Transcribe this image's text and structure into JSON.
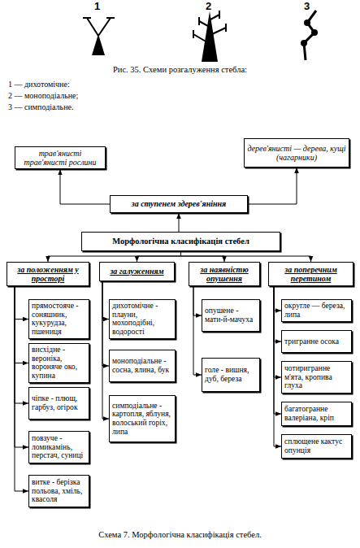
{
  "diagram": {
    "caption": "Схема 7. Морфологічна класифікація стебел.",
    "nodes": [
      {
        "text": [
          "трав'янисті трав'янисті рослини"
        ]
      },
      {
        "text": [
          "дерев'янисті — дерева, кущі (чагарники)"
        ]
      },
      {
        "text": [
          "за ступенем здерев'яніння"
        ]
      },
      {
        "text": [
          "Морфологічна класифікація стебел"
        ]
      },
      {
        "text": [
          "за положенням у просторі"
        ]
      },
      {
        "text": [
          "за галуженням"
        ]
      },
      {
        "text": [
          "за наявністю опушення"
        ]
      },
      {
        "text": [
          "за поперечним перетином"
        ]
      },
      {
        "text": [
          "прямостояче - соняшник, кукурудза, пшениця"
        ]
      },
      {
        "text": [
          "висхідне - вероніка, вороняче око, купина"
        ]
      },
      {
        "text": [
          "чіпке - плющ, гарбуз, огірок"
        ]
      },
      {
        "text": [
          "повзуче - ломикамінь, перстач, суниці"
        ]
      },
      {
        "text": [
          "витке - берізка польова, хміль, квасоля"
        ]
      },
      {
        "text": [
          "дихотомічне - плауни, мохоподібні, водорості"
        ]
      },
      {
        "text": [
          "моноподіальне - сосна, ялина, бук"
        ]
      },
      {
        "text": [
          "симподіальне - картопля, яблуня, волоський горіх, липа"
        ]
      },
      {
        "text": [
          "опушене - мати-й-мачуха"
        ]
      },
      {
        "text": [
          "голе - вишня, дуб, береза"
        ]
      },
      {
        "text": [
          "округле — береза, липа"
        ]
      },
      {
        "text": [
          "тригранне осока"
        ]
      },
      {
        "text": [
          "чотиригранне м'ята, кропива глуха"
        ]
      },
      {
        "text": [
          "багатогранне валеріана, кріп"
        ]
      },
      {
        "text": [
          "сплющене кактус опунція"
        ]
      }
    ],
    "edges": [
      {
        "from": 2,
        "to": 0,
        "arrow": "to"
      },
      {
        "from": 2,
        "to": 1,
        "arrow": "to"
      },
      {
        "from": 3,
        "to": 2,
        "arrow": "to"
      },
      {
        "from": 3,
        "to": 4,
        "arrow": "to"
      },
      {
        "from": 3,
        "to": 5,
        "arrow": "to"
      },
      {
        "from": 3,
        "to": 6,
        "arrow": "to"
      },
      {
        "from": 3,
        "to": 7,
        "arrow": "to"
      },
      {
        "from": 4,
        "to": 8,
        "arrow": "to"
      },
      {
        "from": 4,
        "to": 9,
        "arrow": "to"
      },
      {
        "from": 4,
        "to": 10,
        "arrow": "to"
      },
      {
        "from": 4,
        "to": 11,
        "arrow": "to"
      },
      {
        "from": 4,
        "to": 12,
        "arrow": "to"
      },
      {
        "from": 5,
        "to": 13,
        "arrow": "to"
      },
      {
        "from": 5,
        "to": 14,
        "arrow": "to"
      },
      {
        "from": 5,
        "to": 15,
        "arrow": "to"
      },
      {
        "from": 6,
        "to": 16,
        "arrow": "to"
      },
      {
        "from": 6,
        "to": 17,
        "arrow": "to"
      },
      {
        "from": 7,
        "to": 18,
        "arrow": "to"
      },
      {
        "from": 7,
        "to": 19,
        "arrow": "to"
      },
      {
        "from": 7,
        "to": 20,
        "arrow": "to"
      },
      {
        "from": 7,
        "to": 21,
        "arrow": "to"
      },
      {
        "from": 7,
        "to": 22,
        "arrow": "to"
      }
    ],
    "labels": [
      "1",
      "2",
      "3",
      "Рис. 35. Схеми розгалуження стебла:",
      "1 — дихотомічне:",
      "2 — моноподіальне;",
      "3 — симподіальне."
    ]
  }
}
